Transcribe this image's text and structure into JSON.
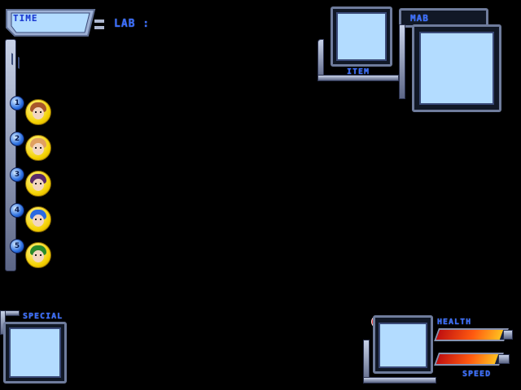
{
  "hud": {
    "time_label": "TIME",
    "lap_label": "LAB :",
    "item_label": "ITEM",
    "map_label": "MAB",
    "special_label": "SPECIAL",
    "health_label": "HEALTH",
    "speed_label": "SPEED"
  },
  "standings": [
    {
      "rank": "1",
      "character": "brown-haired-racer",
      "color": "#a8572a"
    },
    {
      "rank": "2",
      "character": "fox-creature-racer",
      "color": "#e0a060"
    },
    {
      "rank": "3",
      "character": "pale-ghost-girl-racer",
      "color": "#5a2a6a"
    },
    {
      "rank": "4",
      "character": "blue-hooded-racer",
      "color": "#2b6ae0"
    },
    {
      "rank": "5",
      "character": "green-haired-racer",
      "color": "#2a8a2a"
    }
  ],
  "meters": {
    "health_level": 0.95,
    "speed_level": 0.95
  },
  "colors": {
    "accent": "#3a6cff",
    "screen": "#b3dcff",
    "frame": "#6f7c9c",
    "background": "#000000"
  }
}
